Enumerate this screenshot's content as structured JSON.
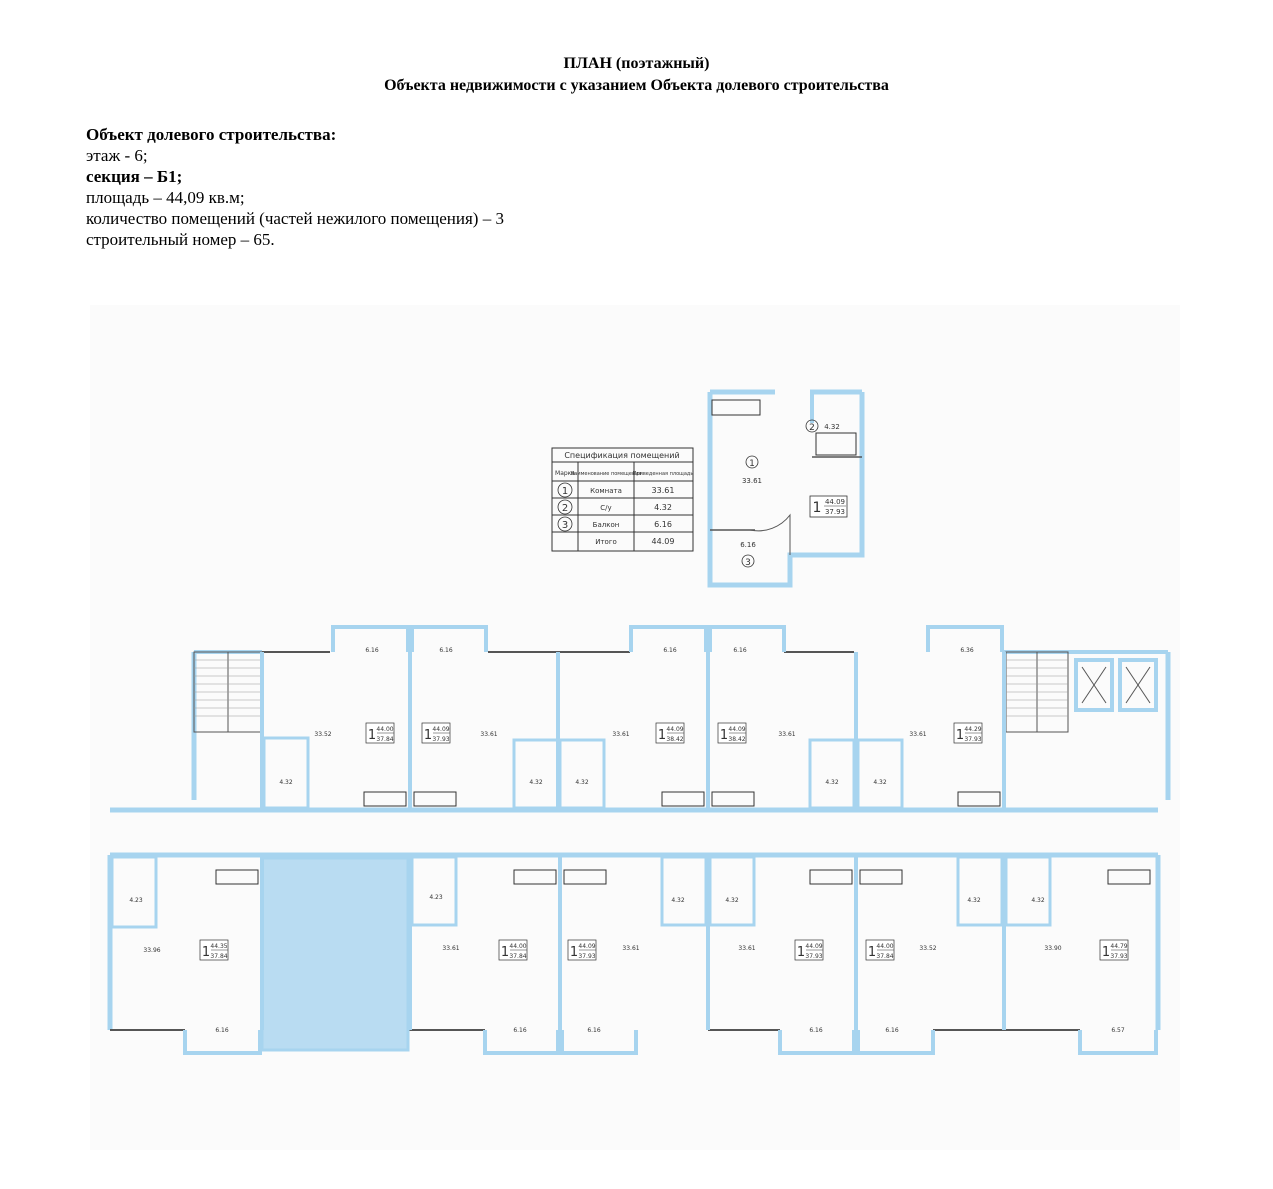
{
  "header": {
    "title": "ПЛАН (поэтажный)",
    "subtitle": "Объекта недвижимости с указанием Объекта долевого строительства"
  },
  "info": {
    "heading": "Объект долевого строительства:",
    "floor": "этаж - 6;",
    "section_prefix": "секция ",
    "section_value": "– Б1;",
    "area": "площадь – 44,09 кв.м;",
    "rooms": "количество помещений (частей нежилого помещения) – 3",
    "build_number": "строительный номер – 65."
  },
  "spec": {
    "title": "Спецификация помещений",
    "col_mark": "Марка",
    "col_name": "Наименование помещения",
    "col_area": "Приведенная площадь",
    "rows": [
      {
        "mark": "1",
        "name": "Комната",
        "area": "33.61"
      },
      {
        "mark": "2",
        "name": "С/у",
        "area": "4.32"
      },
      {
        "mark": "3",
        "name": "Балкон",
        "area": "6.16"
      },
      {
        "mark": "",
        "name": "Итого",
        "area": "44.09"
      }
    ]
  },
  "detail": {
    "room": "33.61",
    "bath": "4.32",
    "balcony": "6.16",
    "mark1": "1",
    "mark2": "2",
    "mark3": "3",
    "rooms_count": "1",
    "total": "44.09",
    "living": "37.93"
  },
  "plan": {
    "top_balconies": [
      "6.16",
      "6.16",
      "6.16",
      "6.16",
      "6.36"
    ],
    "top_apartments": [
      {
        "rooms": "1",
        "total": "44.00",
        "living": "37.84",
        "main": "33.52",
        "bath": "4.32"
      },
      {
        "rooms": "1",
        "total": "44.09",
        "living": "37.93",
        "main": "33.61",
        "bath": "4.32"
      },
      {
        "rooms": "1",
        "total": "44.09",
        "living": "38.42",
        "main": "33.61",
        "bath": "4.32"
      },
      {
        "rooms": "1",
        "total": "44.09",
        "living": "38.42",
        "main": "33.61",
        "bath": "4.32"
      },
      {
        "rooms": "1",
        "total": "44.29",
        "living": "37.93",
        "main": "33.61",
        "bath": "4.32"
      }
    ],
    "bottom_apartments": [
      {
        "rooms": "1",
        "total": "44.35",
        "living": "37.84",
        "main": "33.96",
        "bath": "4.23"
      },
      {
        "rooms": "1",
        "total": "44.00",
        "living": "37.84",
        "main": "33.61",
        "bath": "4.23"
      },
      {
        "rooms": "1",
        "total": "44.09",
        "living": "37.93",
        "main": "33.61",
        "bath": "4.32"
      },
      {
        "rooms": "1",
        "total": "44.09",
        "living": "37.93",
        "main": "33.61",
        "bath": "4.32"
      },
      {
        "rooms": "1",
        "total": "44.00",
        "living": "37.84",
        "main": "33.52",
        "bath": "4.32"
      },
      {
        "rooms": "1",
        "total": "44.79",
        "living": "37.93",
        "main": "33.90",
        "bath": "4.32"
      }
    ],
    "bottom_balconies": [
      "6.16",
      "6.16",
      "6.16",
      "6.16",
      "6.16",
      "6.57"
    ]
  },
  "colors": {
    "wall": "#a7d4ef",
    "line": "#555555",
    "hall": "#b9dcf2"
  }
}
